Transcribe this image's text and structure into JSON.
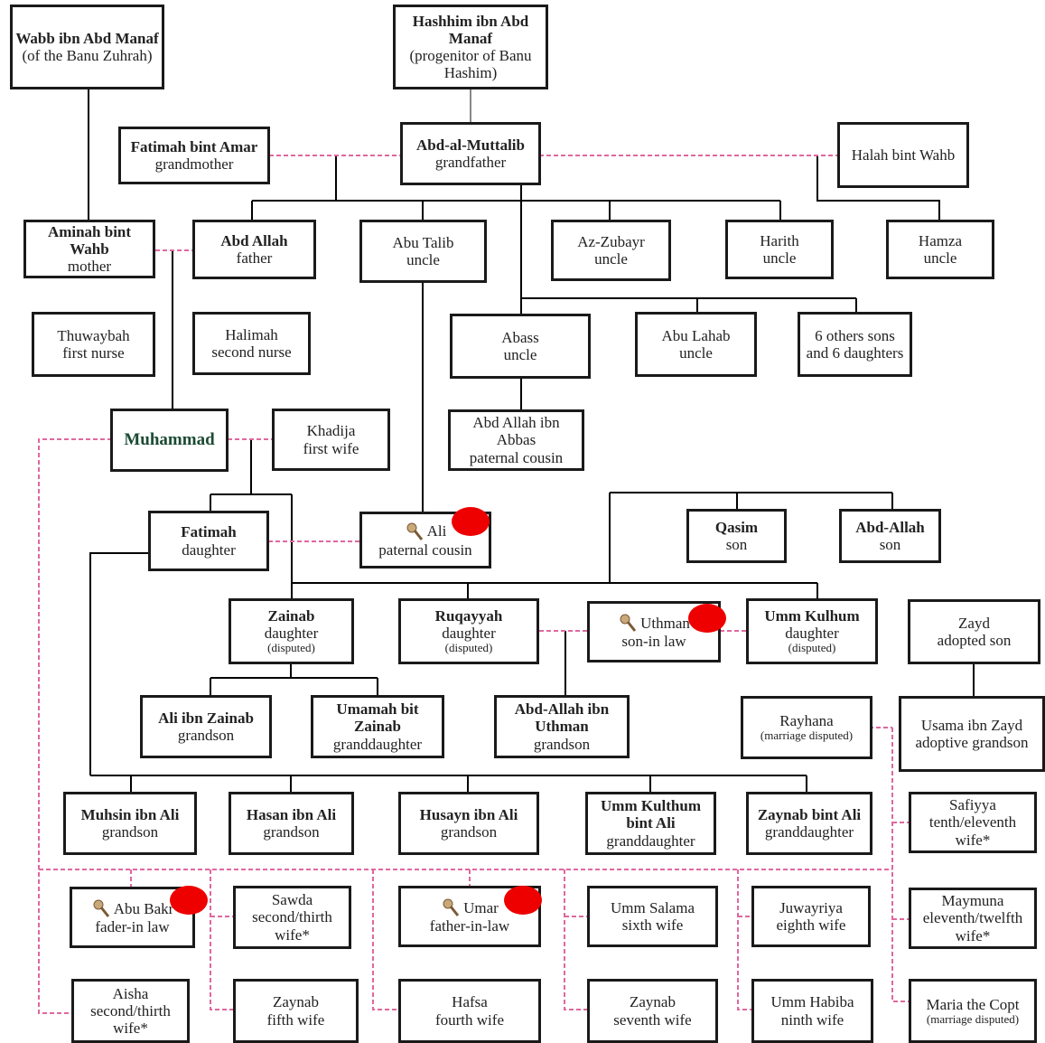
{
  "nodes": {
    "wabb": {
      "name": "Wabb ibn Abd Manaf",
      "role": "(of the Banu Zuhrah)"
    },
    "hashhim": {
      "name": "Hashhim ibn Abd Manaf",
      "role": "(progenitor of Banu Hashim)"
    },
    "fatimah_amar": {
      "name": "Fatimah bint Amar",
      "role": "grandmother"
    },
    "abdmuttalib": {
      "name": "Abd-al-Muttalib",
      "role": "grandfather"
    },
    "halah": {
      "role": "Halah bint Wahb"
    },
    "aminah": {
      "name": "Aminah bint Wahb",
      "role": "mother"
    },
    "abdallah": {
      "name": "Abd Allah",
      "role": "father"
    },
    "abutalib": {
      "name": "Abu Talib",
      "role": "uncle"
    },
    "azzubayr": {
      "name": "Az-Zubayr",
      "role": "uncle"
    },
    "harith": {
      "name": "Harith",
      "role": "uncle"
    },
    "hamza": {
      "name": "Hamza",
      "role": "uncle"
    },
    "thuwaybah": {
      "name": "Thuwaybah",
      "role": "first nurse"
    },
    "halimah": {
      "name": "Halimah",
      "role": "second nurse"
    },
    "abass": {
      "name": "Abass",
      "role": "uncle"
    },
    "abulahab": {
      "name": "Abu Lahab",
      "role": "uncle"
    },
    "others": {
      "role": "6 others sons and 6 daughters"
    },
    "ibnabbas": {
      "name": "Abd Allah ibn Abbas",
      "role": "paternal cousin"
    },
    "muhammad": {
      "name": "Muhammad"
    },
    "khadija": {
      "name": "Khadija",
      "role": "first wife"
    },
    "fatimah": {
      "name": "Fatimah",
      "role": "daughter"
    },
    "ali": {
      "name": "Ali",
      "role": "paternal cousin"
    },
    "qasim": {
      "name": "Qasim",
      "role": "son"
    },
    "abdallah_son": {
      "name": "Abd-Allah",
      "role": "son"
    },
    "zainab": {
      "name": "Zainab",
      "role": "daughter",
      "note": "(disputed)"
    },
    "ruqayyah": {
      "name": "Ruqayyah",
      "role": "daughter",
      "note": "(disputed)"
    },
    "uthman": {
      "name": "Uthman",
      "role": "son-in law"
    },
    "ummkulhum": {
      "name": "Umm Kulhum",
      "role": "daughter",
      "note": "(disputed)"
    },
    "zayd": {
      "name": "Zayd",
      "role": "adopted son"
    },
    "aliibnzainab": {
      "name": "Ali ibn Zainab",
      "role": "grandson"
    },
    "umamah": {
      "name": "Umamah bit Zainab",
      "role": "granddaughter"
    },
    "abdallahuthman": {
      "name": "Abd-Allah ibn Uthman",
      "role": "grandson"
    },
    "rayhana": {
      "name": "Rayhana",
      "note": "(marriage disputed)"
    },
    "usama": {
      "name": "Usama ibn Zayd",
      "role": "adoptive grandson"
    },
    "muhsin": {
      "name": "Muhsin ibn Ali",
      "role": "grandson"
    },
    "hasan": {
      "name": "Hasan ibn Ali",
      "role": "grandson"
    },
    "husayn": {
      "name": "Husayn ibn Ali",
      "role": "grandson"
    },
    "ummkulthum_ali": {
      "name": "Umm Kulthum bint Ali",
      "role": "granddaughter"
    },
    "zaynab_ali": {
      "name": "Zaynab bint Ali",
      "role": "granddaughter"
    },
    "safiyya": {
      "name": "Safiyya",
      "role": "tenth/eleventh wife*"
    },
    "abubakr": {
      "name": "Abu Bakr",
      "role": "fader-in law"
    },
    "sawda": {
      "name": "Sawda",
      "role": "second/thirth wife*"
    },
    "umar": {
      "name": "Umar",
      "role": "father-in-law"
    },
    "ummsalama": {
      "name": "Umm Salama",
      "role": "sixth wife"
    },
    "juwayriya": {
      "name": "Juwayriya",
      "role": "eighth wife"
    },
    "maymuna": {
      "name": "Maymuna",
      "role": "eleventh/twelfth wife*"
    },
    "aisha": {
      "name": "Aisha",
      "role": "second/thirth wife*"
    },
    "zaynab_wife": {
      "name": "Zaynab",
      "role": "fifth wife"
    },
    "hafsa": {
      "name": "Hafsa",
      "role": "fourth wife"
    },
    "zaynab7": {
      "name": "Zaynab",
      "role": "seventh wife"
    },
    "ummhabiba": {
      "name": "Umm Habiba",
      "role": "ninth wife"
    },
    "maria": {
      "name": "Maria the Copt",
      "note": "(marriage disputed)"
    }
  },
  "colors": {
    "box_border": "#1a1a1a",
    "lineage_line": "#000000",
    "marriage_line": "#e0679f",
    "marker": "#ee0000",
    "muhammad_text": "#1b4a33"
  },
  "icons": {
    "key": "key-icon",
    "marker": "red-dot-marker"
  }
}
